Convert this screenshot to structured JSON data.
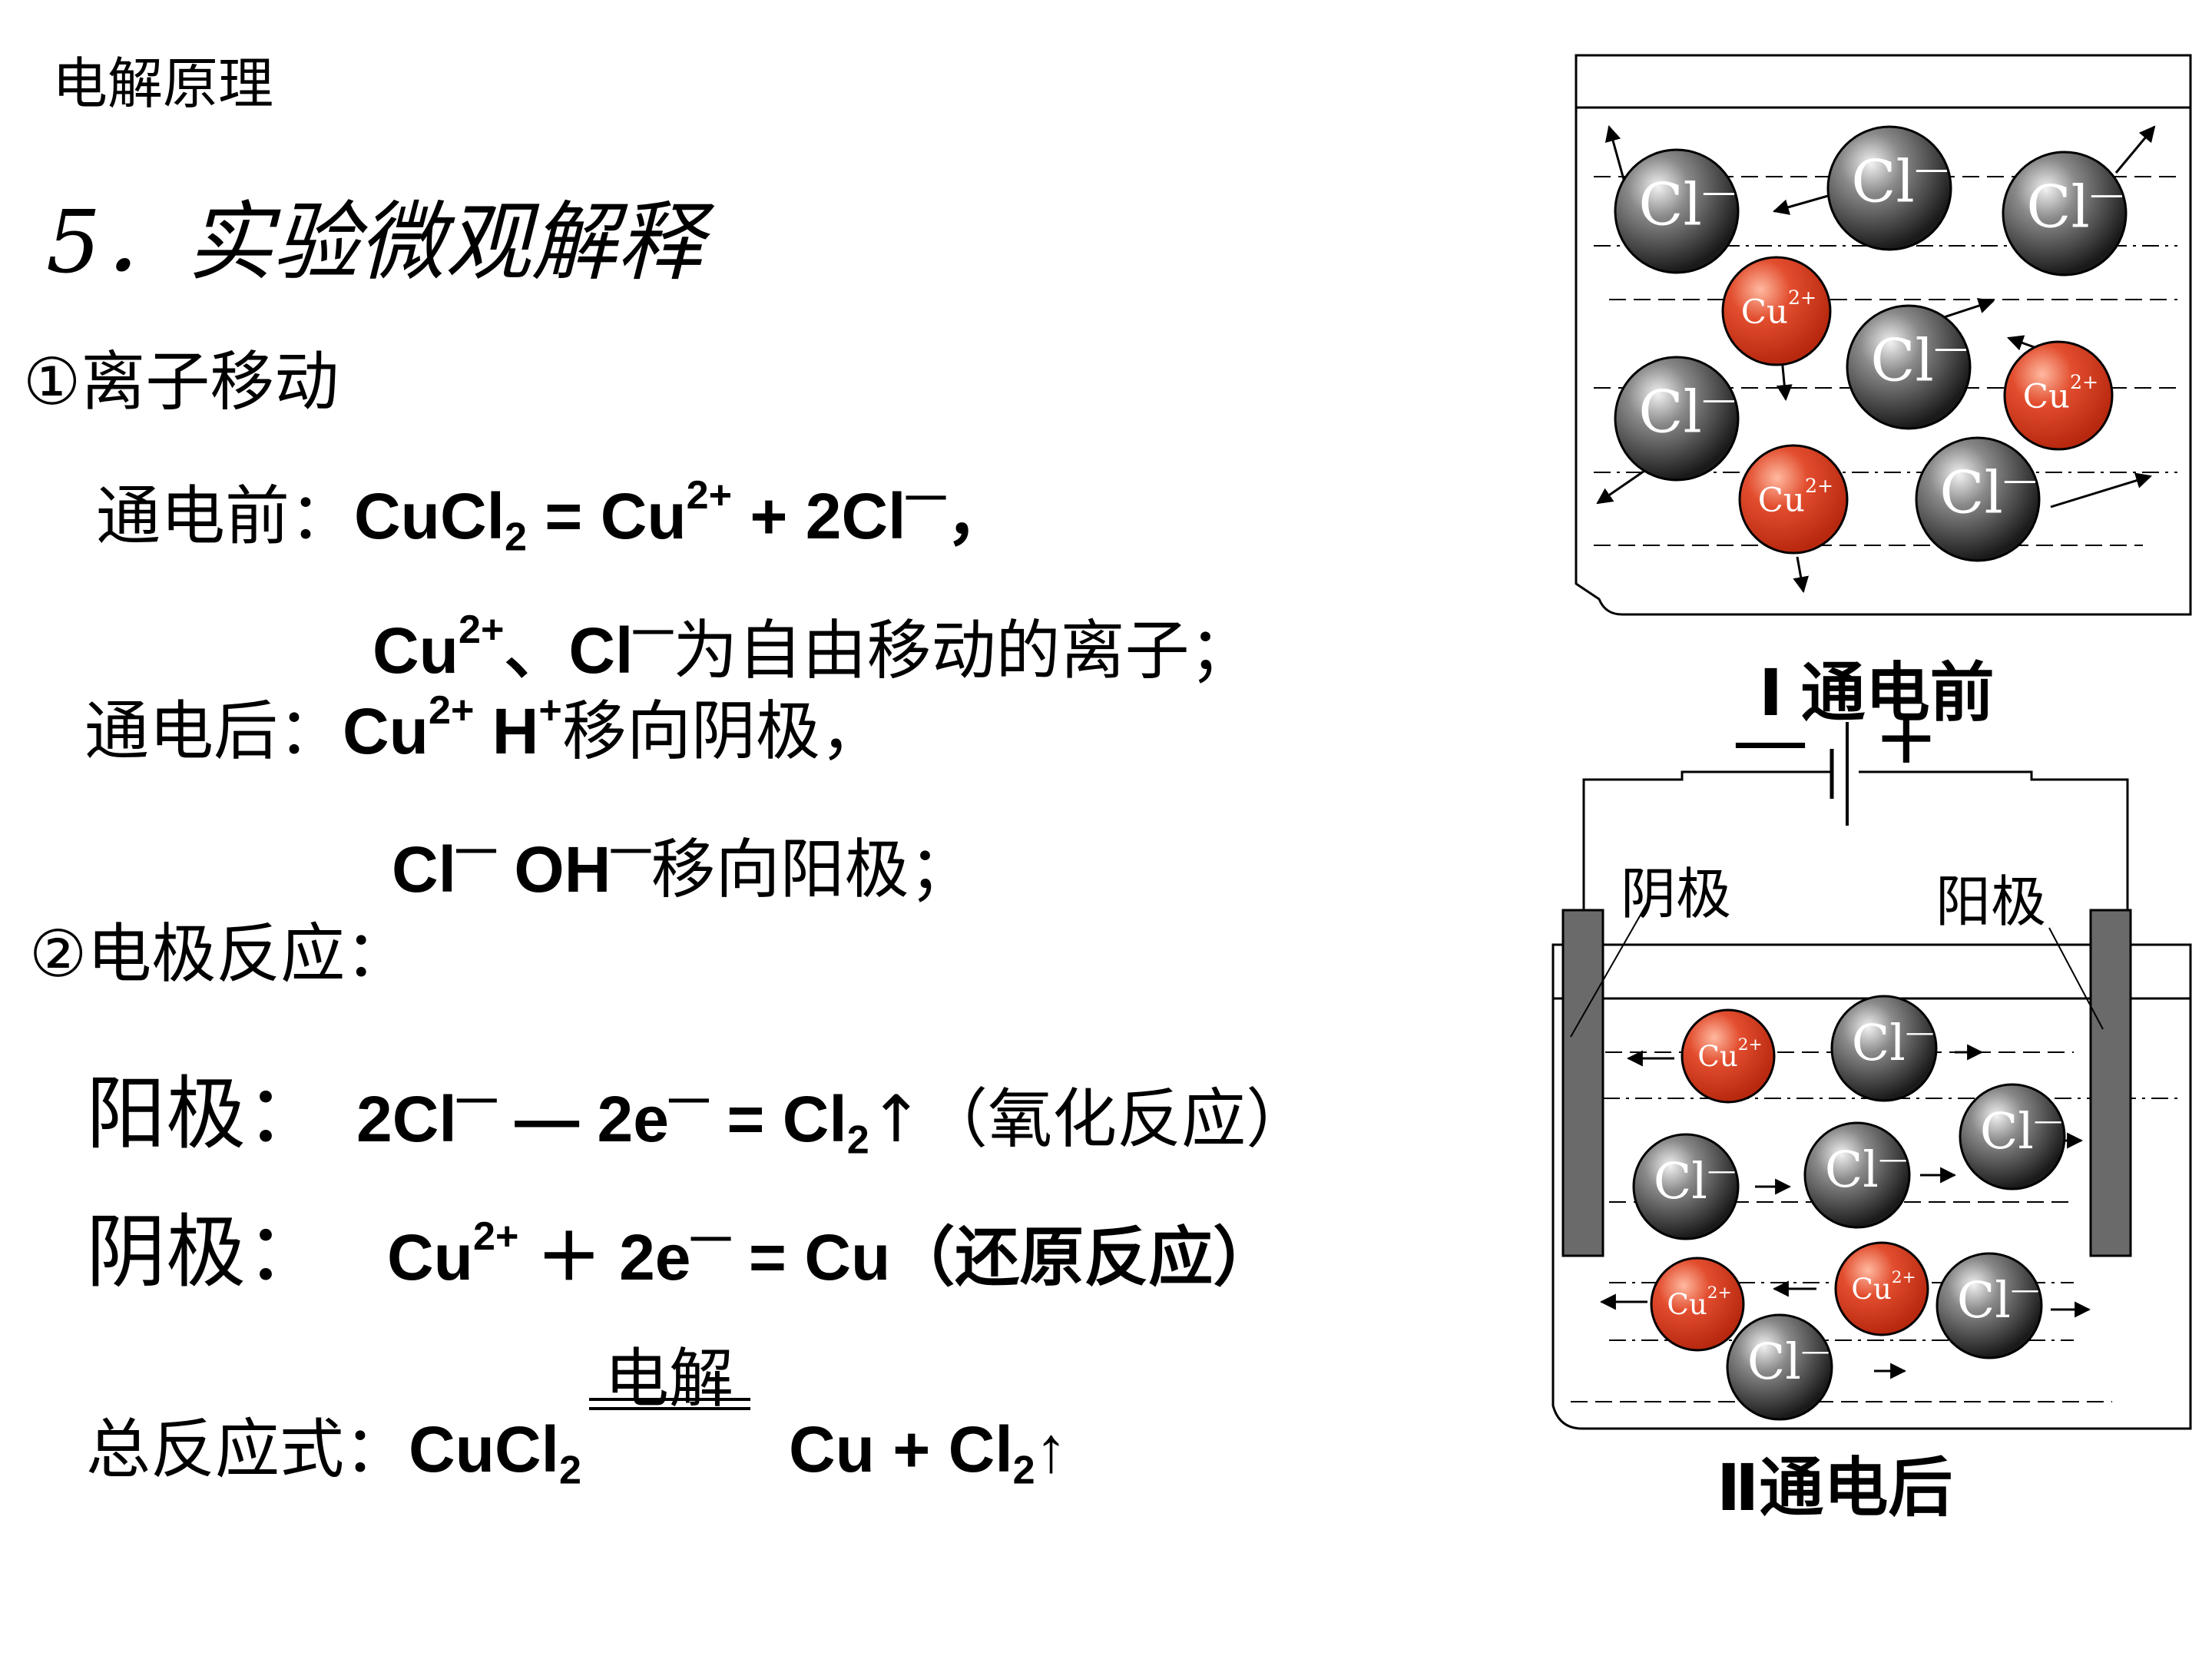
{
  "header": {
    "topic": "电解原理"
  },
  "heading": "5．实验微观解释",
  "section1": {
    "title": "①离子移动",
    "before_label": "通电前：",
    "before_eq": {
      "a": "CuCl",
      "a_sub": "2",
      "b": " = Cu",
      "b_sup": "2+",
      "c": " + 2Cl",
      "c_sup": "—",
      "d": "，"
    },
    "free_ions": {
      "a": "Cu",
      "a_sup": "2+",
      "b": "、Cl",
      "b_sup": "—",
      "c": "为自由移动的离子；"
    },
    "after_label": "通电后：",
    "after_line1": {
      "a": "Cu",
      "a_sup": "2+",
      "b": "  H",
      "b_sup": "+",
      "c": "移向阴极，"
    },
    "after_line2": {
      "a": "Cl",
      "a_sup": "—",
      "b": "  OH",
      "b_sup": "—",
      "c": "移向阳极；"
    }
  },
  "section2": {
    "title": "②电极反应：",
    "anode": {
      "label": "阳极：",
      "a": "2Cl",
      "a_sup": "—",
      "b": " — 2e",
      "b_sup": "—",
      "c": " = Cl",
      "c_sub": "2",
      "d": "↑（氧化反应）"
    },
    "cathode": {
      "label": "阴极：",
      "a": "Cu",
      "a_sup": "2+",
      "b": " ＋ 2e",
      "b_sup": "—",
      "c": " = Cu（还原反应）"
    },
    "overall": {
      "label": "总反应式：",
      "a": "CuCl",
      "a_sub": "2",
      "condition": "电解",
      "b": "Cu + Cl",
      "b_sub": "2",
      "c": "↑"
    }
  },
  "diagram": {
    "caption_before": "Ⅰ 通电前",
    "caption_after": "Ⅱ通电后",
    "battery_minus": "—",
    "battery_plus": "+",
    "cathode_label": "阴极",
    "anode_label": "阳极",
    "ion_cl": "Cl",
    "ion_cl_sup": "—",
    "ion_cu": "Cu",
    "ion_cu_sup": "2+",
    "cl_color": "#3a3a3a",
    "cu_color": "#e0432a"
  }
}
